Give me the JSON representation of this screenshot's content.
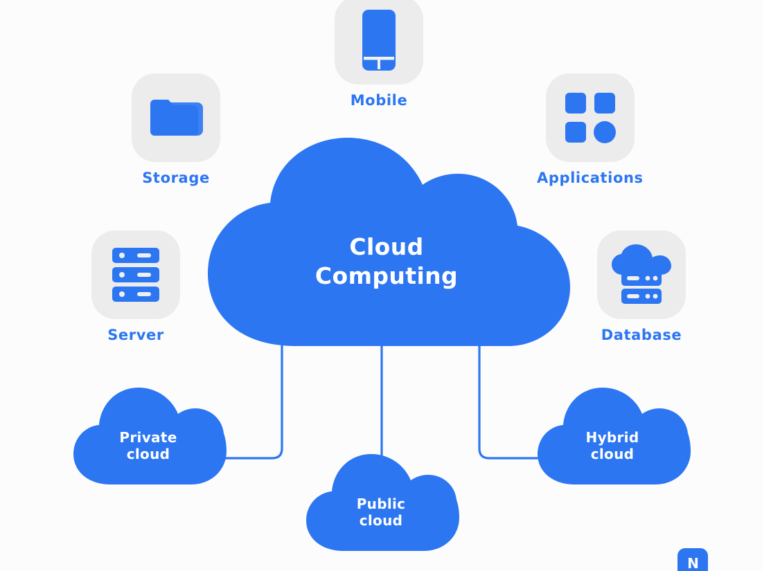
{
  "diagram": {
    "title": "Cloud Computing",
    "center": {
      "label_lines": [
        "Cloud",
        "Computing"
      ],
      "icon": "cloud-shape",
      "fill": "#2c76f2",
      "text_color": "#ffffff"
    },
    "background_color": "#fcfcfd",
    "accent_color": "#2c76f2",
    "tile_color": "#ececed"
  },
  "service_nodes": [
    {
      "id": "storage",
      "label": "Storage",
      "icon": "folder-icon",
      "position": "top-left"
    },
    {
      "id": "mobile",
      "label": "Mobile",
      "icon": "mobile-phone-icon",
      "position": "top-center"
    },
    {
      "id": "applications",
      "label": "Applications",
      "icon": "app-grid-icon",
      "position": "top-right"
    },
    {
      "id": "server",
      "label": "Server",
      "icon": "server-rack-icon",
      "position": "left"
    },
    {
      "id": "database",
      "label": "Database",
      "icon": "cloud-database-icon",
      "position": "right"
    }
  ],
  "deployment_clouds": [
    {
      "id": "private-cloud",
      "label_lines": [
        "Private",
        "cloud"
      ],
      "icon": "cloud-shape",
      "position": "bottom-left"
    },
    {
      "id": "public-cloud",
      "label_lines": [
        "Public",
        "cloud"
      ],
      "icon": "cloud-shape",
      "position": "bottom-center"
    },
    {
      "id": "hybrid-cloud",
      "label_lines": [
        "Hybrid",
        "cloud"
      ],
      "icon": "cloud-shape",
      "position": "bottom-right"
    }
  ],
  "connectors": [
    {
      "from": "cloud-computing",
      "to": "private-cloud",
      "style": "elbow-left"
    },
    {
      "from": "cloud-computing",
      "to": "public-cloud",
      "style": "straight"
    },
    {
      "from": "cloud-computing",
      "to": "hybrid-cloud",
      "style": "elbow-right"
    }
  ],
  "watermark": {
    "text": "N"
  }
}
